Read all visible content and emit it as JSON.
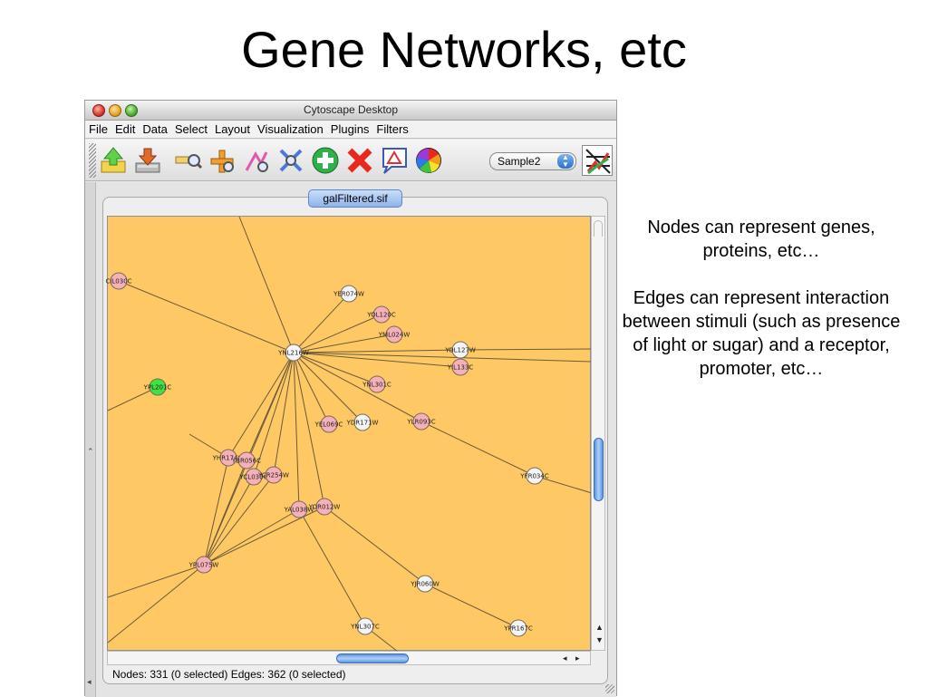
{
  "slide": {
    "title": "Gene Networks, etc",
    "paragraphs": [
      "Nodes can represent genes, proteins, etc…",
      "Edges can represent interaction between stimuli (such as presence of light or sugar) and a receptor, promoter, etc…"
    ]
  },
  "window": {
    "title": "Cytoscape Desktop",
    "menu": [
      "File",
      "Edit",
      "Data",
      "Select",
      "Layout",
      "Visualization",
      "Plugins",
      "Filters"
    ],
    "toolbar": {
      "icons": [
        "open-session-icon",
        "save-icon",
        "zoom-in-icon",
        "zoom-out-icon",
        "zoom-selected-icon",
        "zoom-fit-icon",
        "add-icon",
        "delete-icon",
        "vizmapper-icon",
        "color-wheel-icon",
        "filter-icon"
      ],
      "style_select": "Sample2"
    },
    "tab": "galFiltered.sif",
    "status": "Nodes: 331 (0 selected) Edges: 362 (0 selected)"
  },
  "network": {
    "background": "#fec965",
    "edge_color": "#6b5a3a",
    "node_colors": {
      "pink": "#f6b0b8",
      "white": "#f4f4f4",
      "green": "#3fe33f"
    },
    "nodes": [
      {
        "id": "YIL030C",
        "label": "CIL030C",
        "color": "pink"
      },
      {
        "id": "YER074W",
        "label": "YER074W",
        "color": "white"
      },
      {
        "id": "YOL120C",
        "label": "YOL120C",
        "color": "pink"
      },
      {
        "id": "YML024W",
        "label": "YML024W",
        "color": "pink"
      },
      {
        "id": "YNL216W",
        "label": "YNL216W",
        "color": "white"
      },
      {
        "id": "YOL127W",
        "label": "YOL127W",
        "color": "white"
      },
      {
        "id": "YIL133C",
        "label": "YIL133C",
        "color": "pink"
      },
      {
        "id": "YPL201C",
        "label": "YPL201C",
        "color": "green"
      },
      {
        "id": "YNL301C",
        "label": "YNL301C",
        "color": "pink"
      },
      {
        "id": "YLR093C",
        "label": "YLR093C",
        "color": "pink"
      },
      {
        "id": "YDR171W",
        "label": "YDR171W",
        "color": "white"
      },
      {
        "id": "YEL069C",
        "label": "YEL069C",
        "color": "pink"
      },
      {
        "id": "YHR174W",
        "label": "YHR174W",
        "color": "pink"
      },
      {
        "id": "YBR056C",
        "label": "YBR056C",
        "color": "pink"
      },
      {
        "id": "YCL030C",
        "label": "YCL030C",
        "color": "pink"
      },
      {
        "id": "YCR254W",
        "label": "YCR254W",
        "color": "pink"
      },
      {
        "id": "YAL038W",
        "label": "YAL038W",
        "color": "pink"
      },
      {
        "id": "YOR012W",
        "label": "YOR012W",
        "color": "pink"
      },
      {
        "id": "YFR034C",
        "label": "YFR034C",
        "color": "white"
      },
      {
        "id": "YPL075W",
        "label": "YPL075W",
        "color": "pink"
      },
      {
        "id": "YJR060W",
        "label": "YJR060W",
        "color": "white"
      },
      {
        "id": "YNL307C",
        "label": "YNL307C",
        "color": "white"
      },
      {
        "id": "YPR167C",
        "label": "YPR167C",
        "color": "white"
      }
    ]
  }
}
